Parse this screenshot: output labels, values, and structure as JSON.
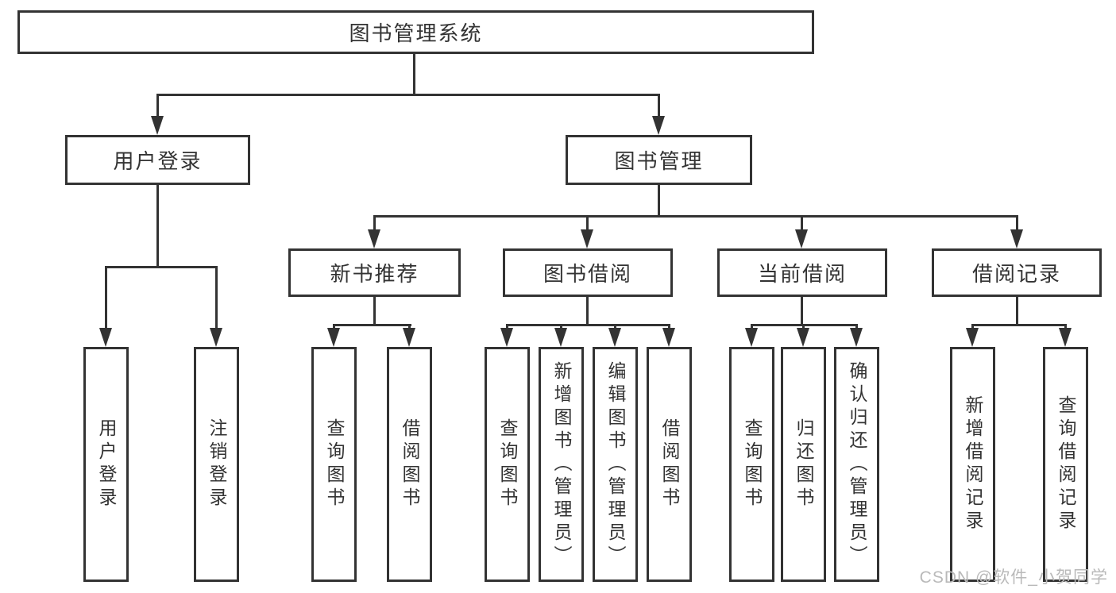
{
  "diagram": {
    "title": "图书管理系统",
    "level1": [
      {
        "label": "用户登录"
      },
      {
        "label": "图书管理"
      }
    ],
    "level2": [
      {
        "label": "新书推荐"
      },
      {
        "label": "图书借阅"
      },
      {
        "label": "当前借阅"
      },
      {
        "label": "借阅记录"
      }
    ],
    "leaves": {
      "user_login": [
        {
          "label": "用户登录"
        },
        {
          "label": "注销登录"
        }
      ],
      "new_book": [
        {
          "label": "查询图书"
        },
        {
          "label": "借阅图书"
        }
      ],
      "book_borrow": [
        {
          "label": "查询图书"
        },
        {
          "label": "新增图书（管理员）"
        },
        {
          "label": "编辑图书（管理员）"
        },
        {
          "label": "借阅图书"
        }
      ],
      "current_borrow": [
        {
          "label": "查询图书"
        },
        {
          "label": "归还图书"
        },
        {
          "label": "确认归还（管理员）"
        }
      ],
      "borrow_record": [
        {
          "label": "新增借阅记录"
        },
        {
          "label": "查询借阅记录"
        }
      ]
    }
  },
  "watermark": {
    "text": "CSDN @软件_小贺同学"
  },
  "colors": {
    "line": "#333333",
    "text": "#333333",
    "background": "#ffffff",
    "watermark": "#b9b9b9"
  }
}
